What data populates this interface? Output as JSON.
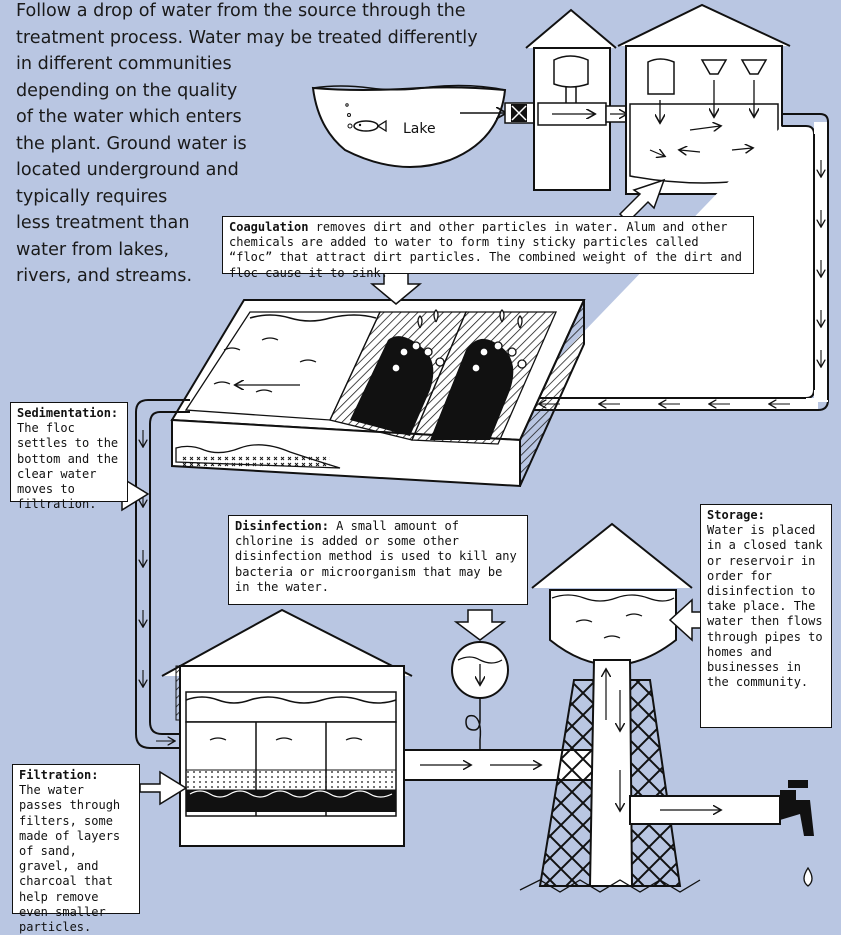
{
  "intro": {
    "lines": [
      "Follow a drop of water from the source through the",
      "treatment process. Water may be treated differently",
      "in different communities",
      "depending on the quality",
      "of the water which enters",
      "the plant. Ground water is",
      "located underground and",
      "typically requires",
      "less treatment than",
      "water from lakes,",
      "rivers, and streams."
    ]
  },
  "lake": {
    "label": "Lake"
  },
  "coagulation": {
    "title": "Coagulation",
    "text": " removes dirt and other particles in water. Alum and other chemicals are added to water to form tiny sticky particles called “floc” that attract dirt particles. The combined weight of the dirt and floc cause it to sink."
  },
  "sedimentation": {
    "title": "Sedimentation:",
    "text": "The floc settles to the bottom and the clear water moves to filtration."
  },
  "disinfection": {
    "title": "Disinfection:",
    "text": " A small amount of chlorine is added or some other disinfection method is used to kill any bacteria or microorganism that may be in the water."
  },
  "storage": {
    "title": "Storage:",
    "text": "Water is placed in a closed tank or reservoir in order for disinfection to take place. The water then flows through pipes to homes and businesses in the community."
  },
  "filtration": {
    "title": "Filtration:",
    "text": "The water passes through filters, some made of layers of sand, gravel, and charcoal that help remove even smaller particles."
  }
}
